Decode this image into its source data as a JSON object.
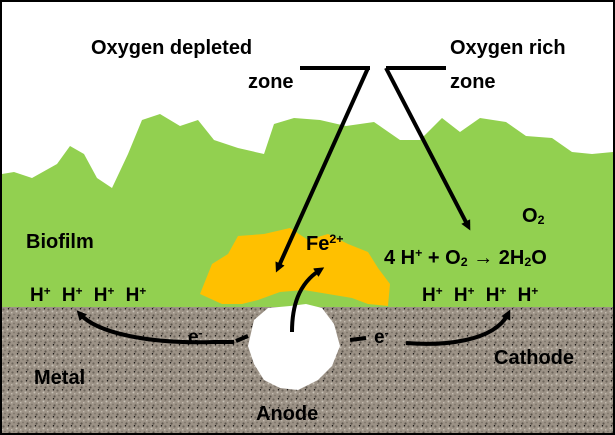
{
  "labels": {
    "oxygen_depleted_line1": "Oxygen depleted",
    "oxygen_depleted_line2": "zone",
    "oxygen_rich_line1": "Oxygen rich",
    "oxygen_rich_line2": "zone",
    "biofilm": "Biofilm",
    "metal": "Metal",
    "anode": "Anode",
    "cathode": "Cathode",
    "o2_base": "O",
    "o2_sub": "2",
    "fe_base": "Fe",
    "fe_sup": "2+",
    "electron_left_base": "e",
    "electron_left_sup": "-",
    "electron_right_base": "e",
    "electron_right_sup": "-"
  },
  "reaction": {
    "coef_h": "4 H",
    "h_charge": "+",
    "plus": " + O",
    "o2_sub": "2",
    "arrow": " → ",
    "product_coef": "2H",
    "product_h_sub": "2",
    "product_o": "O"
  },
  "protons_left": [
    {
      "base": "H",
      "sup": "+"
    },
    {
      "base": "H",
      "sup": "+"
    },
    {
      "base": "H",
      "sup": "+"
    },
    {
      "base": "H",
      "sup": "+"
    }
  ],
  "protons_right": [
    {
      "base": "H",
      "sup": "+"
    },
    {
      "base": "H",
      "sup": "+"
    },
    {
      "base": "H",
      "sup": "+"
    },
    {
      "base": "H",
      "sup": "+"
    }
  ],
  "colors": {
    "biofilm": "#92d050",
    "deposit": "#ffc000",
    "metal": "#9c9286",
    "metal_speck_dark": "#6e665c",
    "metal_speck_light": "#c8c1b6",
    "pit": "#ffffff",
    "text": "#000000"
  }
}
